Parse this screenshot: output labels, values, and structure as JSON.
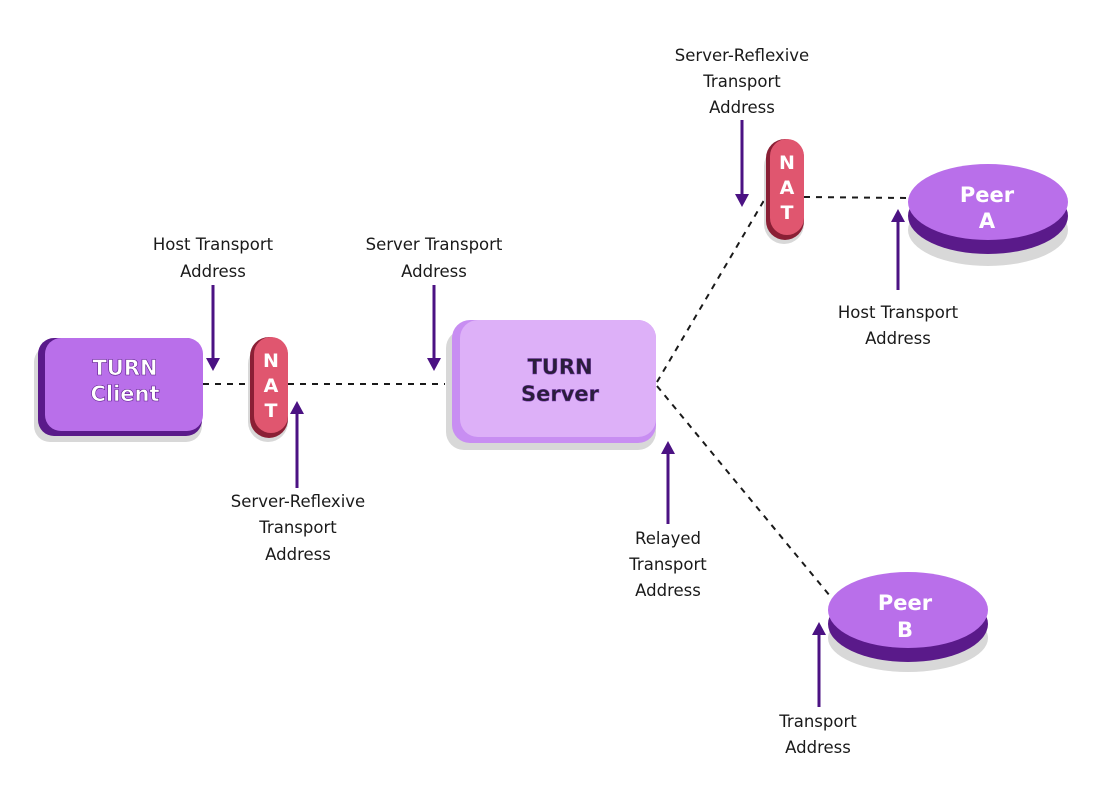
{
  "diagram": {
    "title": "TURN relay topology",
    "colors": {
      "client_face": "#b96fea",
      "client_side": "#5a1a8a",
      "server_face": "#ddb0f8",
      "server_side": "#c88ef2",
      "server_text": "#2a1e3a",
      "nat_face": "#e0566f",
      "nat_side": "#8a1f35",
      "peer_face": "#b96fea",
      "peer_side": "#5a1a8a",
      "shadow": "#d8d8d8",
      "arrow": "#4b1283",
      "label": "#1a1a1a"
    },
    "nodes": {
      "turn_client": {
        "line1": "TURN",
        "line2": "Client"
      },
      "turn_server": {
        "line1": "TURN",
        "line2": "Server"
      },
      "nat_left": {
        "letters": [
          "N",
          "A",
          "T"
        ]
      },
      "nat_right": {
        "letters": [
          "N",
          "A",
          "T"
        ]
      },
      "peer_a": {
        "line1": "Peer",
        "line2": "A"
      },
      "peer_b": {
        "line1": "Peer",
        "line2": "B"
      }
    },
    "labels": {
      "host_transport_client": [
        "Host Transport",
        "Address"
      ],
      "server_transport": [
        "Server Transport",
        "Address"
      ],
      "server_reflexive_client": [
        "Server-Reflexive",
        "Transport",
        "Address"
      ],
      "relayed_transport": [
        "Relayed",
        "Transport",
        "Address"
      ],
      "server_reflexive_peer_a": [
        "Server-Reflexive",
        "Transport",
        "Address"
      ],
      "host_transport_peer_a": [
        "Host Transport",
        "Address"
      ],
      "transport_peer_b": [
        "Transport",
        "Address"
      ]
    },
    "connections": [
      {
        "from": "TURN Client",
        "to": "NAT"
      },
      {
        "from": "NAT",
        "to": "TURN Server"
      },
      {
        "from": "TURN Server",
        "to": "NAT"
      },
      {
        "from": "NAT",
        "to": "Peer A"
      },
      {
        "from": "TURN Server",
        "to": "Peer B"
      }
    ]
  }
}
